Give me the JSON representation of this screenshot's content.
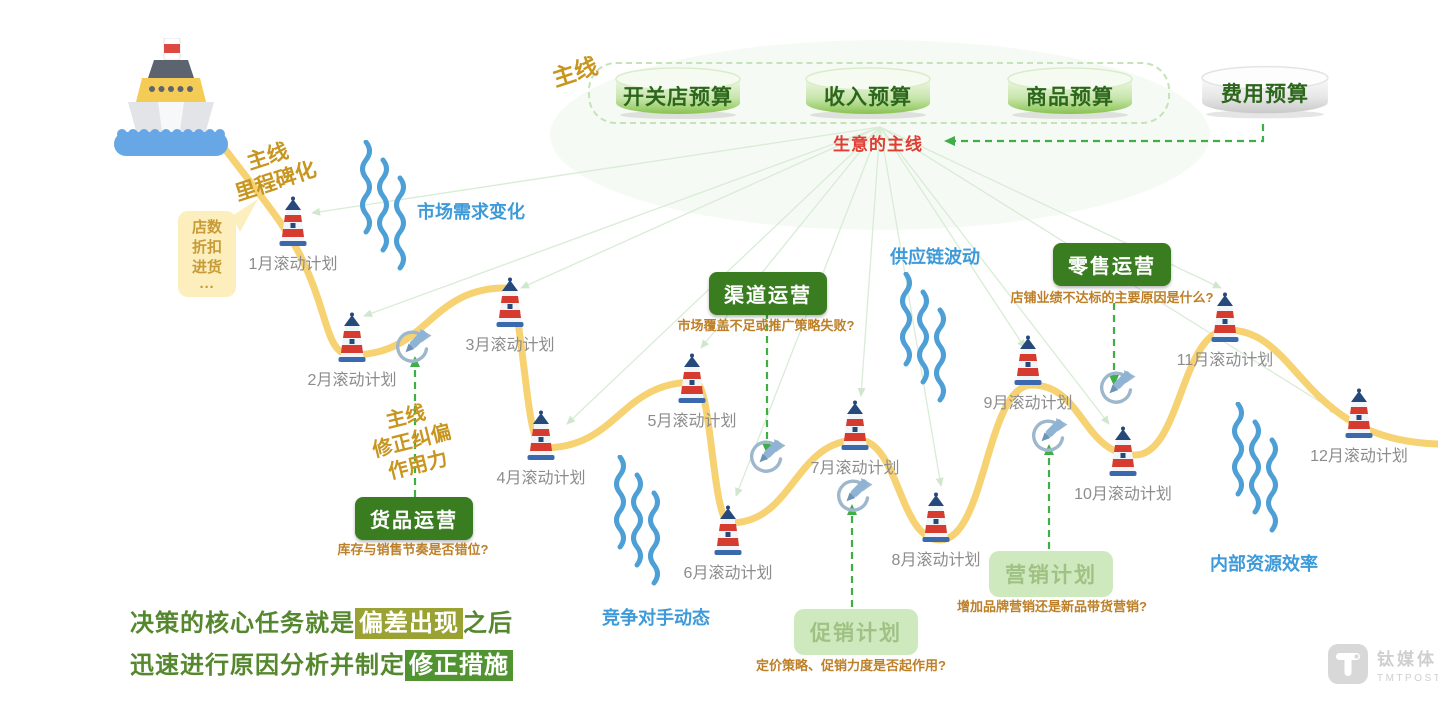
{
  "header": {
    "mainline_tag": "主线",
    "budgets": [
      "开关店预算",
      "收入预算",
      "商品预算"
    ],
    "expense_budget": "费用预算",
    "hub_label": "生意的主线"
  },
  "milestone": {
    "l1": "主线",
    "l2": "里程碑化"
  },
  "bubble": [
    "店数",
    "折扣",
    "进货",
    "···"
  ],
  "months": [
    "1月滚动计划",
    "2月滚动计划",
    "3月滚动计划",
    "4月滚动计划",
    "5月滚动计划",
    "6月滚动计划",
    "7月滚动计划",
    "8月滚动计划",
    "9月滚动计划",
    "10月滚动计划",
    "11月滚动计划",
    "12月滚动计划"
  ],
  "forces": [
    "市场需求变化",
    "供应链波动",
    "竞争对手动态",
    "内部资源效率"
  ],
  "ops": {
    "channel": {
      "label": "渠道运营",
      "question": "市场覆盖不足或推广策略失败?"
    },
    "retail": {
      "label": "零售运营",
      "question": "店铺业绩不达标的主要原因是什么?"
    },
    "goods": {
      "label": "货品运营",
      "question": "库存与销售节奏是否错位?"
    },
    "promo": {
      "label": "促销计划",
      "question": "定价策略、促销力度是否起作用?"
    },
    "marketing": {
      "label": "营销计划",
      "question": "增加品牌营销还是新品带货营销?"
    }
  },
  "correction": {
    "l1": "主线",
    "l2": "修正纠偏",
    "l3": "作用力"
  },
  "statement": {
    "s1a": "决策的核心任务就是",
    "s1b": "偏差出现",
    "s1c": "之后",
    "s2a": "迅速进行原因分析并制定",
    "s2b": "修正措施"
  },
  "watermark": {
    "name": "钛媒体",
    "sub": "TMTPOST"
  },
  "colors": {
    "curve": "#f6d272",
    "dark_box": "#3a7d21",
    "light_box": "#cfe9bf",
    "olive": "#c8951f",
    "question": "#bd7f28",
    "blue_label": "#3e9ad8",
    "wave": "#4d9fd6",
    "hub_red": "#e23b32",
    "dashed_green": "#3fae46",
    "statement_green": "#55882e",
    "hl_olive_bg": "#9aa233",
    "hl_green_bg": "#519331"
  }
}
